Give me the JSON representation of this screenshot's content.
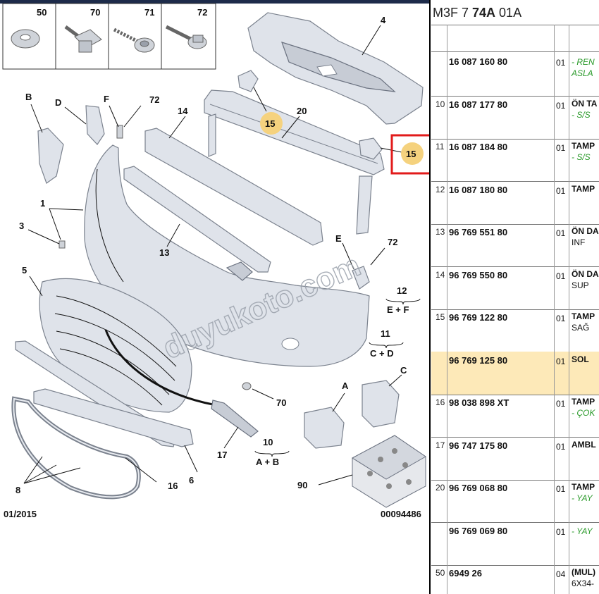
{
  "diagram": {
    "date_code": "01/2015",
    "figure_code": "00094486",
    "watermark": "duyukoto.com",
    "hardware": [
      {
        "num": "50",
        "icon": "washer-icon"
      },
      {
        "num": "70",
        "icon": "square-nut-bolt-icon"
      },
      {
        "num": "71",
        "icon": "screw-icon"
      },
      {
        "num": "72",
        "icon": "flange-bolt-icon"
      }
    ],
    "callouts": {
      "c1": "1",
      "c3": "3",
      "c4": "4",
      "c5": "5",
      "c6": "6",
      "c8": "8",
      "c13": "13",
      "c14": "14",
      "c15a": "15",
      "c15b": "15",
      "c16": "16",
      "c17": "17",
      "c20": "20",
      "c70": "70",
      "c72a": "72",
      "c72b": "72",
      "c90": "90",
      "cA": "A",
      "cB": "B",
      "cC": "C",
      "cD": "D",
      "cE": "E",
      "cF": "F",
      "g10n": "10",
      "g10s": "A + B",
      "g11n": "11",
      "g11s": "C + D",
      "g12n": "12",
      "g12s": "E + F"
    },
    "highlight_color": "#e21b1b",
    "badge_color": "#f5d27e"
  },
  "reference": {
    "prefix": "M3F 7 ",
    "bold": "74A",
    "suffix": " 01A"
  },
  "parts_table": {
    "rows": [
      {
        "idx": "",
        "pn": "16 087 160 80",
        "qty": "01",
        "desc": "",
        "sub": "- REN",
        "sub2": "ASLA",
        "sub_green": true
      },
      {
        "idx": "10",
        "pn": "16 087 177 80",
        "qty": "01",
        "desc": "ÖN TA",
        "sub": "- S/S",
        "sub2": "",
        "sub_green": true
      },
      {
        "idx": "11",
        "pn": "16 087 184 80",
        "qty": "01",
        "desc": "TAMP",
        "sub": "- S/S",
        "sub2": "",
        "sub_green": true
      },
      {
        "idx": "12",
        "pn": "16 087 180 80",
        "qty": "01",
        "desc": "TAMP",
        "sub": "",
        "sub2": "",
        "sub_green": false
      },
      {
        "idx": "13",
        "pn": "96 769 551 80",
        "qty": "01",
        "desc": "ÖN DA",
        "sub": "INF",
        "sub2": "",
        "sub_green": false
      },
      {
        "idx": "14",
        "pn": "96 769 550 80",
        "qty": "01",
        "desc": "ÖN DA",
        "sub": "SUP",
        "sub2": "",
        "sub_green": false
      },
      {
        "idx": "15",
        "pn": "96 769 122 80",
        "qty": "01",
        "desc": "TAMP",
        "sub": "SAĞ",
        "sub2": "",
        "sub_green": false
      },
      {
        "idx": "",
        "pn": "96 769 125 80",
        "qty": "01",
        "desc": "SOL",
        "sub": "",
        "sub2": "",
        "sub_green": false,
        "selected": true
      },
      {
        "idx": "16",
        "pn": "98 038 898 XT",
        "qty": "01",
        "desc": "TAMP",
        "sub": "- ÇOK",
        "sub2": "",
        "sub_green": true
      },
      {
        "idx": "17",
        "pn": "96 747 175 80",
        "qty": "01",
        "desc": "AMBL",
        "sub": "",
        "sub2": "",
        "sub_green": false
      },
      {
        "idx": "20",
        "pn": "96 769 068 80",
        "qty": "01",
        "desc": "TAMP",
        "sub": "- YAY",
        "sub2": "",
        "sub_green": true
      },
      {
        "idx": "",
        "pn": "96 769 069 80",
        "qty": "01",
        "desc": "",
        "sub": "- YAY",
        "sub2": "",
        "sub_green": true
      },
      {
        "idx": "50",
        "pn": "6949 26",
        "qty": "04",
        "desc": "(MUL)",
        "sub": "6X34-",
        "sub2": "",
        "sub_green": false
      }
    ]
  }
}
